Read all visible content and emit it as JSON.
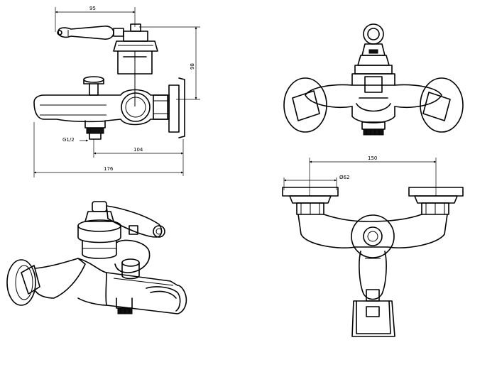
{
  "dimensions": {
    "width_95": "95",
    "height_98": "98",
    "thread_g12": "G1/2",
    "length_104": "104",
    "length_176": "176",
    "spacing_150": "150",
    "dia_62": "Ø62"
  }
}
